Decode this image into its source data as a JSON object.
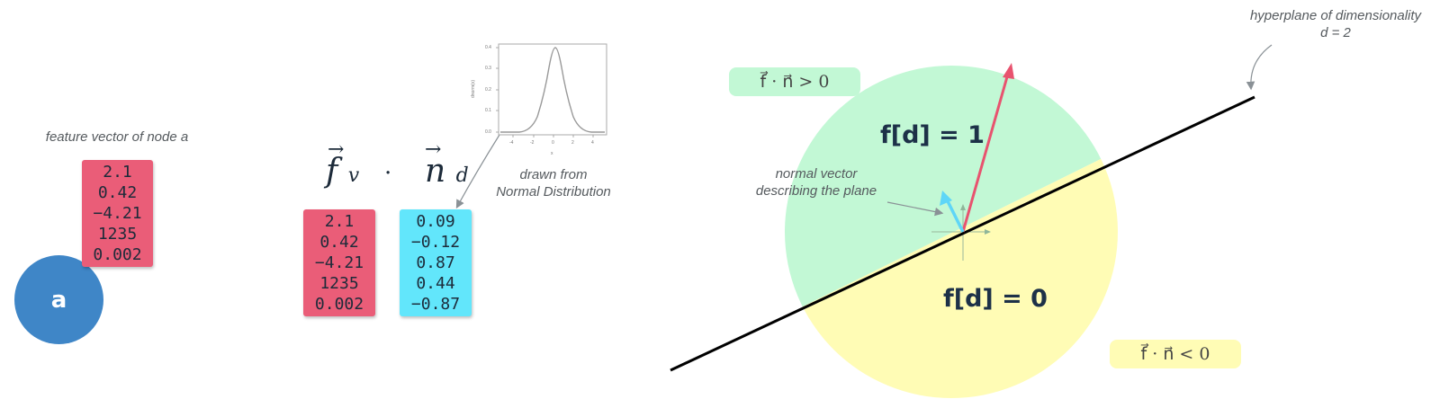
{
  "node": {
    "label": "a",
    "caption": "feature vector of node a",
    "color": "#3f86c7"
  },
  "feature_vector": {
    "values": [
      "2.1",
      "0.42",
      "−4.21",
      "1235",
      "0.002"
    ],
    "color": "#ea5d78"
  },
  "dot_product": {
    "f_symbol": "f",
    "f_subscript": "v",
    "dot": "·",
    "n_symbol": "n",
    "n_subscript": "d",
    "f_values": [
      "2.1",
      "0.42",
      "−4.21",
      "1235",
      "0.002"
    ],
    "n_values": [
      "0.09",
      "−0.12",
      "0.87",
      "0.44",
      "−0.87"
    ],
    "f_color": "#ea5d78",
    "n_color": "#62e6fb"
  },
  "normal_plot": {
    "caption_line1": "drawn from",
    "caption_line2": "Normal Distribution",
    "x_ticks": [
      "-4",
      "-2",
      "0",
      "2",
      "4"
    ],
    "y_ticks": [
      "0.0",
      "0.1",
      "0.2",
      "0.3",
      "0.4"
    ],
    "xlabel": "x",
    "ylabel": "dnorm(x)"
  },
  "hyperplane": {
    "caption_line1": "hyperplane of dimensionality",
    "caption_line2": "d = 2",
    "positive_label": "f[d] = 1",
    "negative_label": "f[d] = 0",
    "positive_condition": "f⃗ · n⃗ > 0",
    "negative_condition": "f⃗ · n⃗ < 0",
    "normal_caption_line1": "normal vector",
    "normal_caption_line2": "describing the plane",
    "positive_color": "#c2f8d5",
    "negative_color": "#fffcb5",
    "feature_arrow_color": "#e8536f",
    "normal_arrow_color": "#5fd6f7"
  }
}
